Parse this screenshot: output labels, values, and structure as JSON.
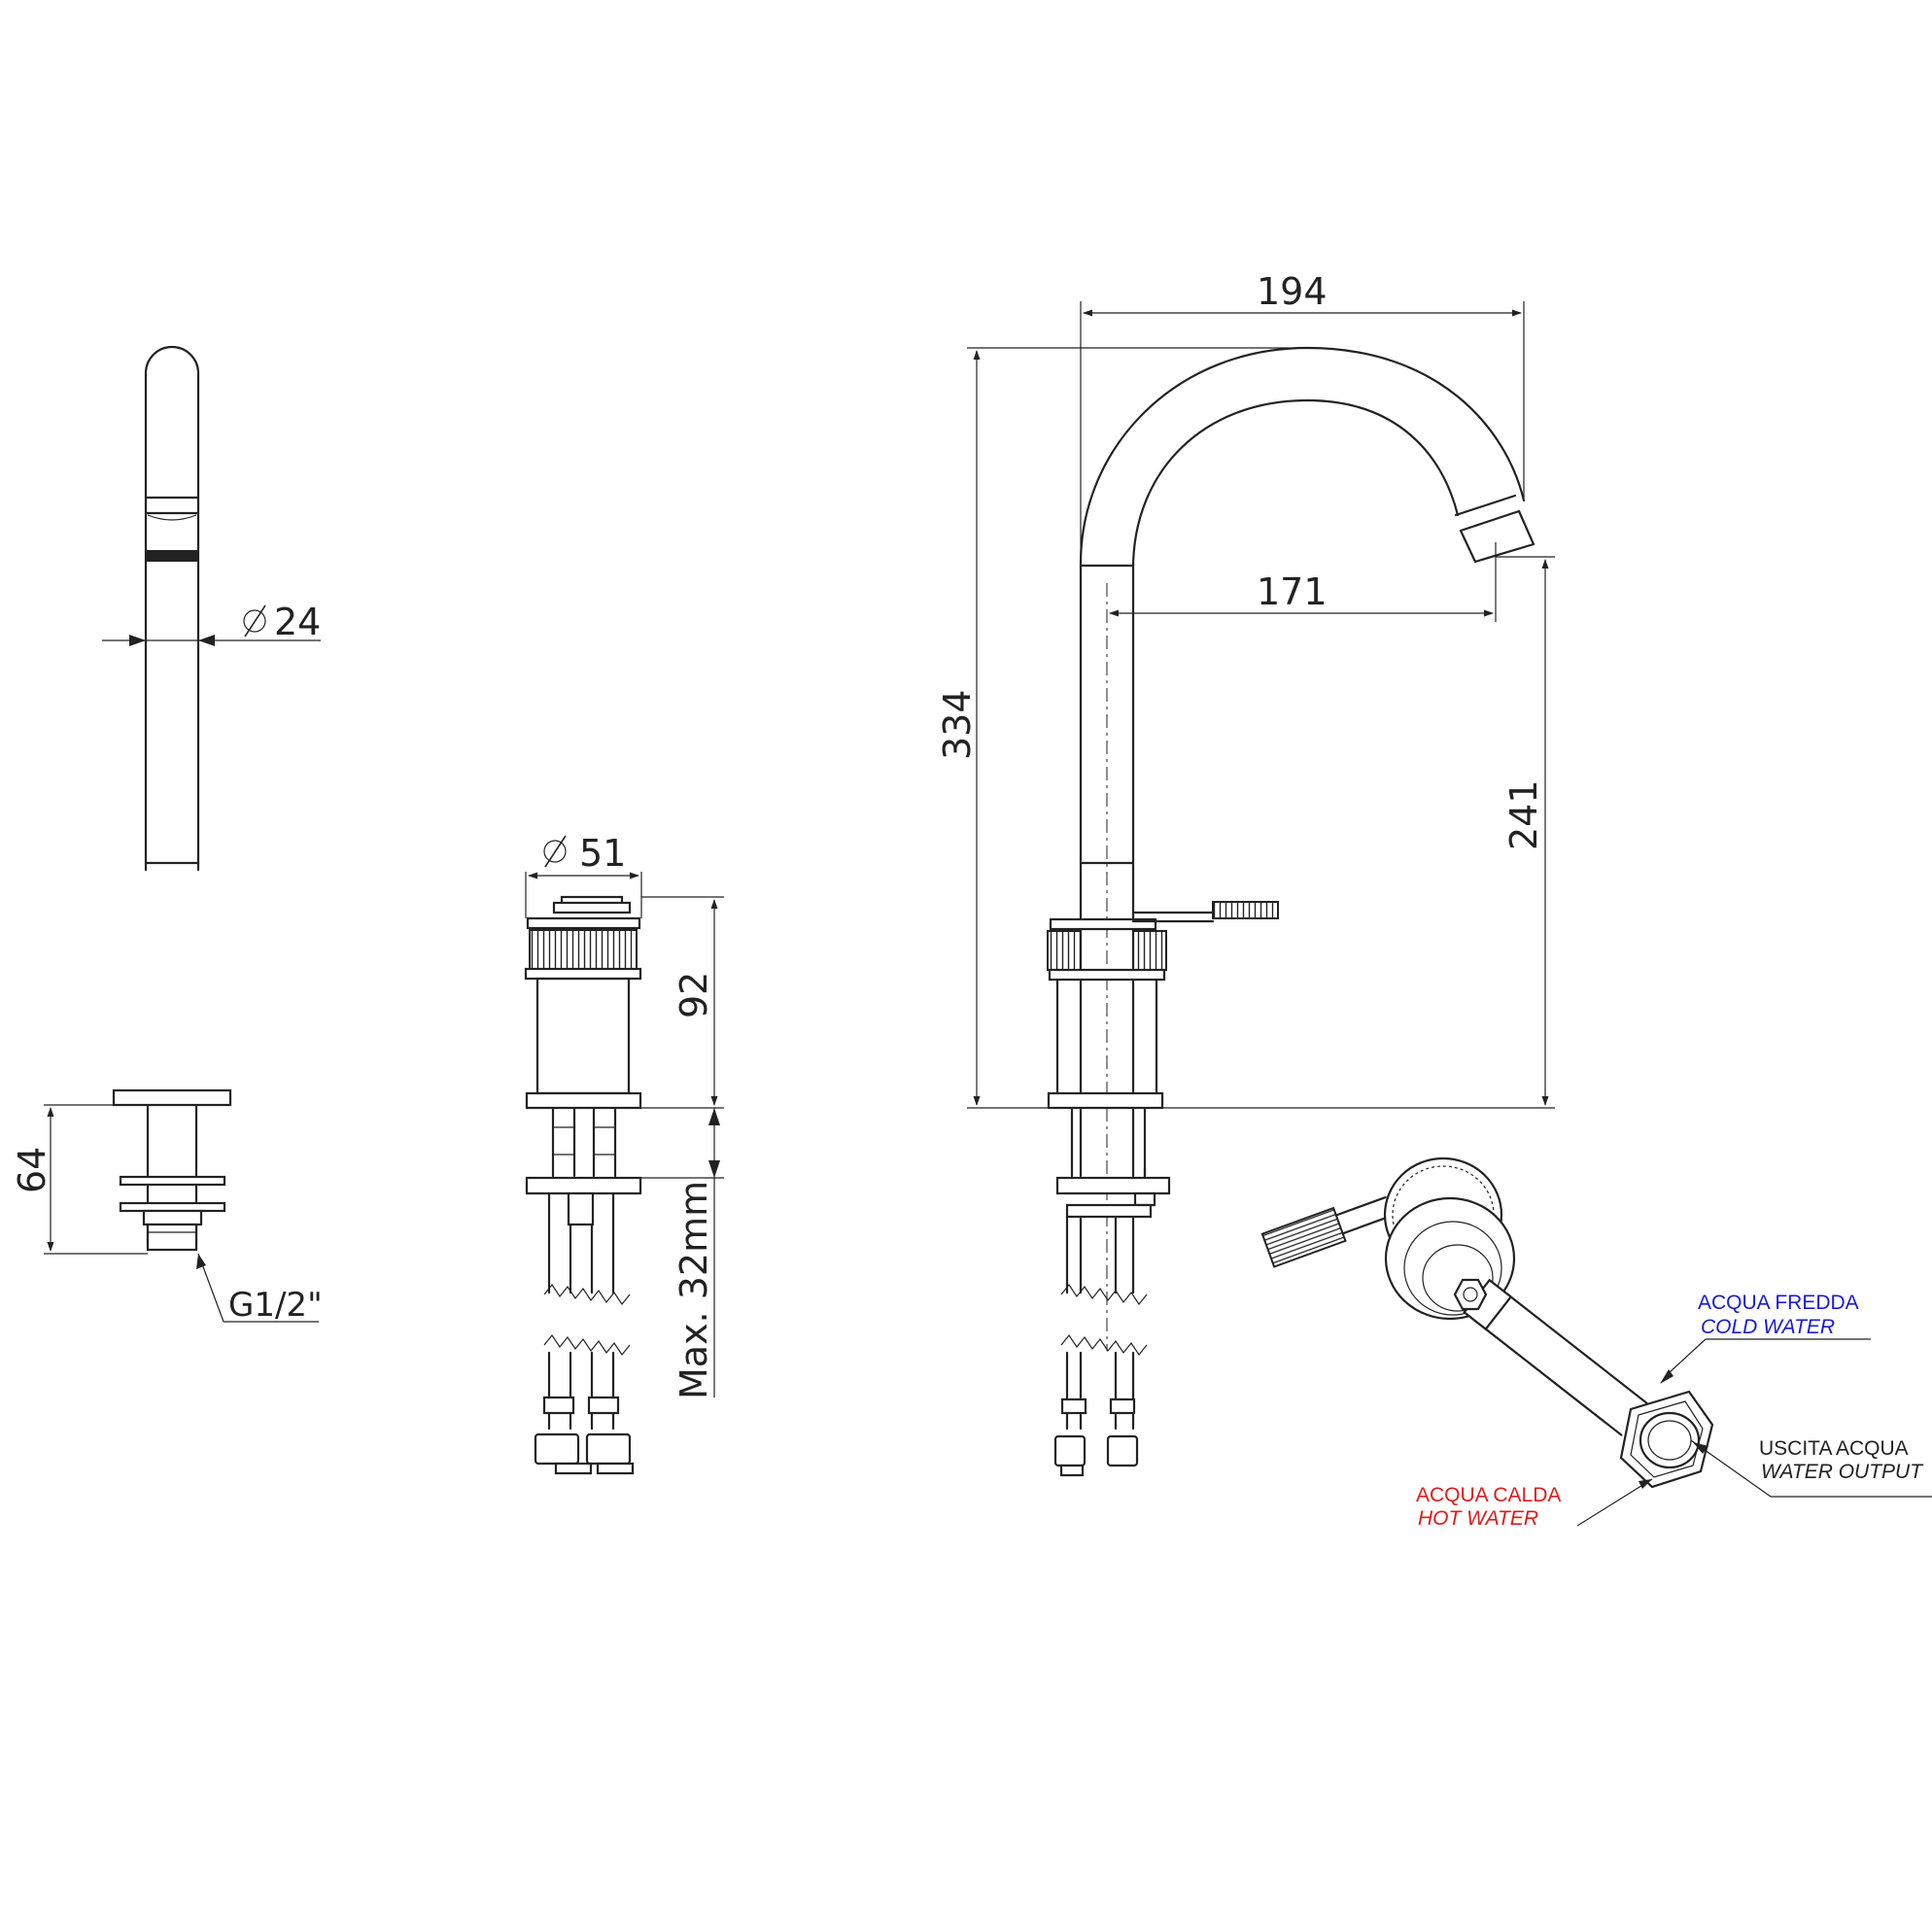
{
  "dimensions": {
    "spout_diameter": "24",
    "thread_size": "G1/2\"",
    "spout_depth": "64",
    "mixer_diameter": "51",
    "mixer_height": "92",
    "max_thickness": "Max. 32mm",
    "total_width": "194",
    "spout_reach": "171",
    "total_height": "334",
    "spout_height": "241"
  },
  "labels": {
    "cold_it": "ACQUA FREDDA",
    "cold_en": "COLD WATER",
    "output_it": "USCITA ACQUA",
    "output_en": "WATER OUTPUT",
    "hot_it": "ACQUA CALDA",
    "hot_en": "HOT WATER"
  },
  "colors": {
    "cold": "#1a1ad6",
    "hot": "#e01b1b"
  }
}
